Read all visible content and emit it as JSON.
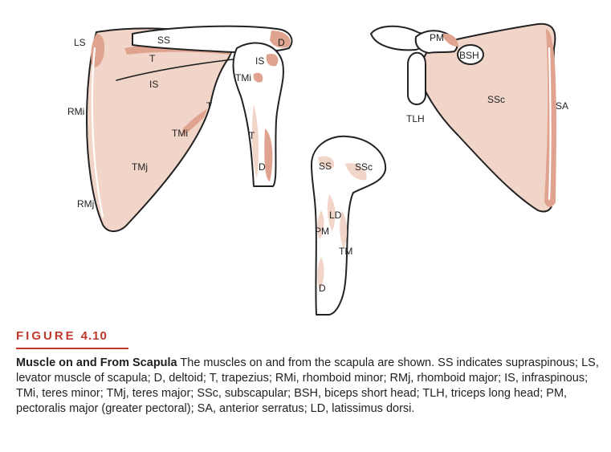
{
  "labels": {
    "ss": "SS",
    "ls": "LS",
    "t": "T",
    "d": "D",
    "is": "IS",
    "tmi": "TMi",
    "rmi": "RMi",
    "tmj": "TMj",
    "rmj": "RMj",
    "pm": "PM",
    "bsh": "BSH",
    "ssc": "SSc",
    "sa": "SA",
    "tlh": "TLH",
    "ld": "LD",
    "tm": "TM"
  },
  "caption": {
    "figure_word": "FIGURE",
    "figure_number": "4.10",
    "title": "Muscle on and From Scapula",
    "body": " The muscles on and from the scapula are shown. SS indicates supraspinous; LS, levator muscle of scapula; D, deltoid; T, trapezius; RMi, rhomboid minor; RMj, rhomboid major; IS, infraspinous; TMi, teres minor; TMj, teres major; SSc, subscapular; BSH, biceps short head; TLH, triceps long head; PM, pectoralis major (greater pectoral); SA, anterior serratus; LD, latissimus dorsi."
  },
  "colors": {
    "muscle_light": "#f1d5c9",
    "muscle_dark": "#dfa38f",
    "figure_label": "#c0392b"
  }
}
